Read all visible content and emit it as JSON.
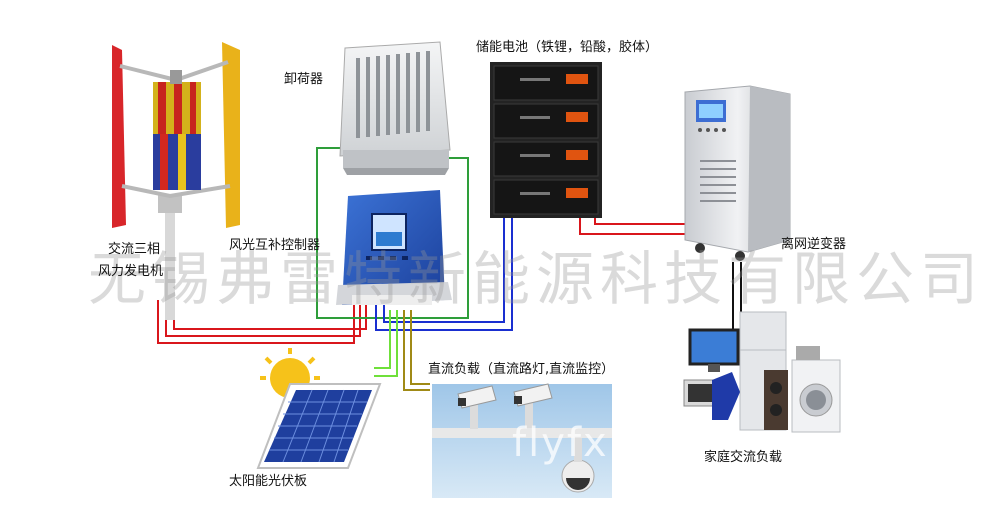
{
  "labels": {
    "wind_turbine_line1": "交流三相",
    "wind_turbine_line2": "风力发电机",
    "dump_load": "卸荷器",
    "battery": "储能电池（铁锂，铅酸，胶体）",
    "controller": "风光互补控制器",
    "inverter": "离网逆变器",
    "dc_load": "直流负载（直流路灯,直流监控）",
    "solar_panel": "太阳能光伏板",
    "ac_load": "家庭交流负载"
  },
  "watermark": {
    "company": "无锡弗雷特新能源科技有限公司",
    "site": "flyfx"
  },
  "colors": {
    "ac_wire": "#d9161c",
    "dump_wire": "#2e9e3a",
    "battery_wire": "#1a2fd0",
    "solar_wire": "#6fe03a",
    "load_wire": "#a08a16",
    "black_wire": "#111111"
  }
}
